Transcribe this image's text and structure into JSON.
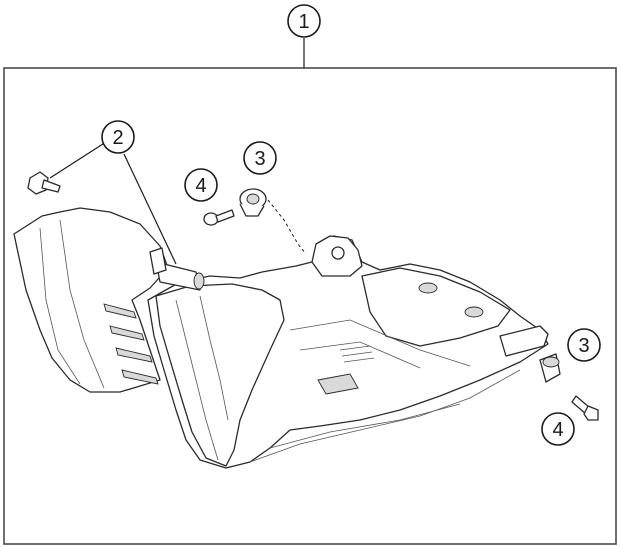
{
  "callouts": {
    "c1": "1",
    "c2": "2",
    "c3a": "3",
    "c4a": "4",
    "c3b": "3",
    "c4b": "4"
  },
  "icons": [
    "skid-plate",
    "screw",
    "rubber-bushing"
  ],
  "colors": {
    "line": "#2a2a2a",
    "background": "#ffffff",
    "frame": "#4a4a4a"
  }
}
